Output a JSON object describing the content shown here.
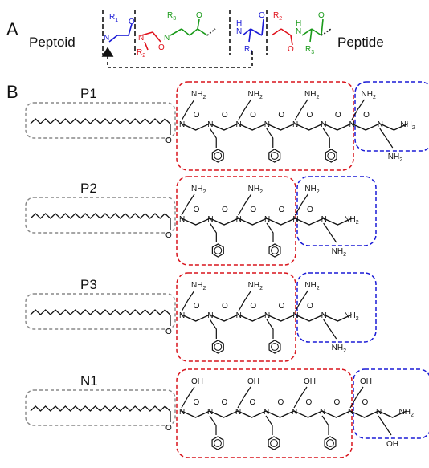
{
  "panel_a": {
    "letter": "A",
    "left_label": "Peptoid",
    "right_label": "Peptide",
    "r1": "R",
    "r1_sub": "1",
    "r2": "R",
    "r2_sub": "2",
    "r3": "R",
    "r3_sub": "3",
    "n_atom": "N",
    "nh_atom": "H",
    "o_atom": "O",
    "colors": {
      "blue": "#1a1ad6",
      "red": "#e0101a",
      "green": "#1a9a1a",
      "black": "#111111"
    }
  },
  "panel_b": {
    "letter": "B",
    "box_colors": {
      "lipid": "#888888",
      "hydrophobic": "#d8141c",
      "cationic": "#1a1ad6"
    },
    "molecules": [
      {
        "name": "P1",
        "nh2": "NH",
        "nh2_sub": "2",
        "atom_n": "N",
        "atom_o": "O"
      },
      {
        "name": "P2",
        "nh2": "NH",
        "nh2_sub": "2",
        "atom_n": "N",
        "atom_o": "O"
      },
      {
        "name": "P3",
        "nh2": "NH",
        "nh2_sub": "2",
        "atom_n": "N",
        "atom_o": "O"
      },
      {
        "name": "N1",
        "oh": "OH",
        "atom_n": "N",
        "atom_o": "O",
        "nh2": "NH",
        "nh2_sub": "2"
      }
    ]
  }
}
